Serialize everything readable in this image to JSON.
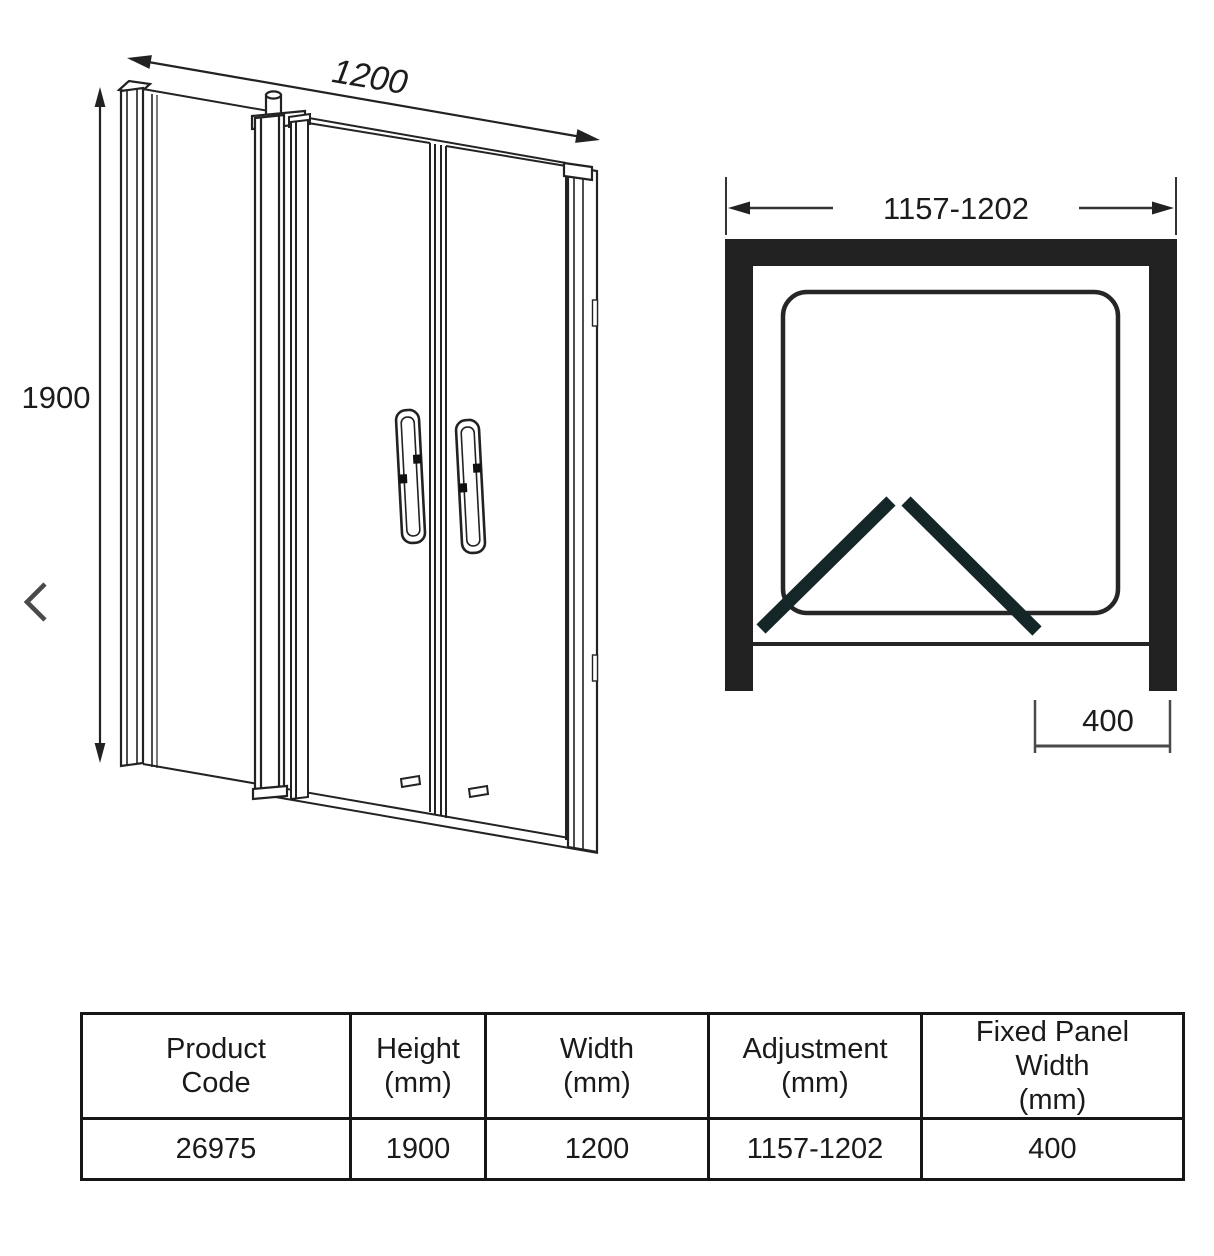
{
  "icons": {
    "carousel_previous": "chevron-left"
  },
  "elevation": {
    "width_label": "1200",
    "height_label": "1900"
  },
  "plan": {
    "adjustment_label": "1157-1202",
    "fixed_panel_width_label": "400"
  },
  "spec_table": {
    "headers": [
      {
        "lines": [
          "Product",
          "Code"
        ]
      },
      {
        "lines": [
          "Height",
          "(mm)"
        ]
      },
      {
        "lines": [
          "Width",
          "(mm)"
        ]
      },
      {
        "lines": [
          "Adjustment",
          "(mm)"
        ]
      },
      {
        "lines": [
          "Fixed Panel",
          "Width",
          "(mm)"
        ]
      }
    ],
    "row": [
      "26975",
      "1900",
      "1200",
      "1157-1202",
      "400"
    ]
  },
  "colors": {
    "line": "#222222",
    "frame_fill": "#212121",
    "door_swing": "#142627",
    "chevron": "#4a4a4a"
  }
}
